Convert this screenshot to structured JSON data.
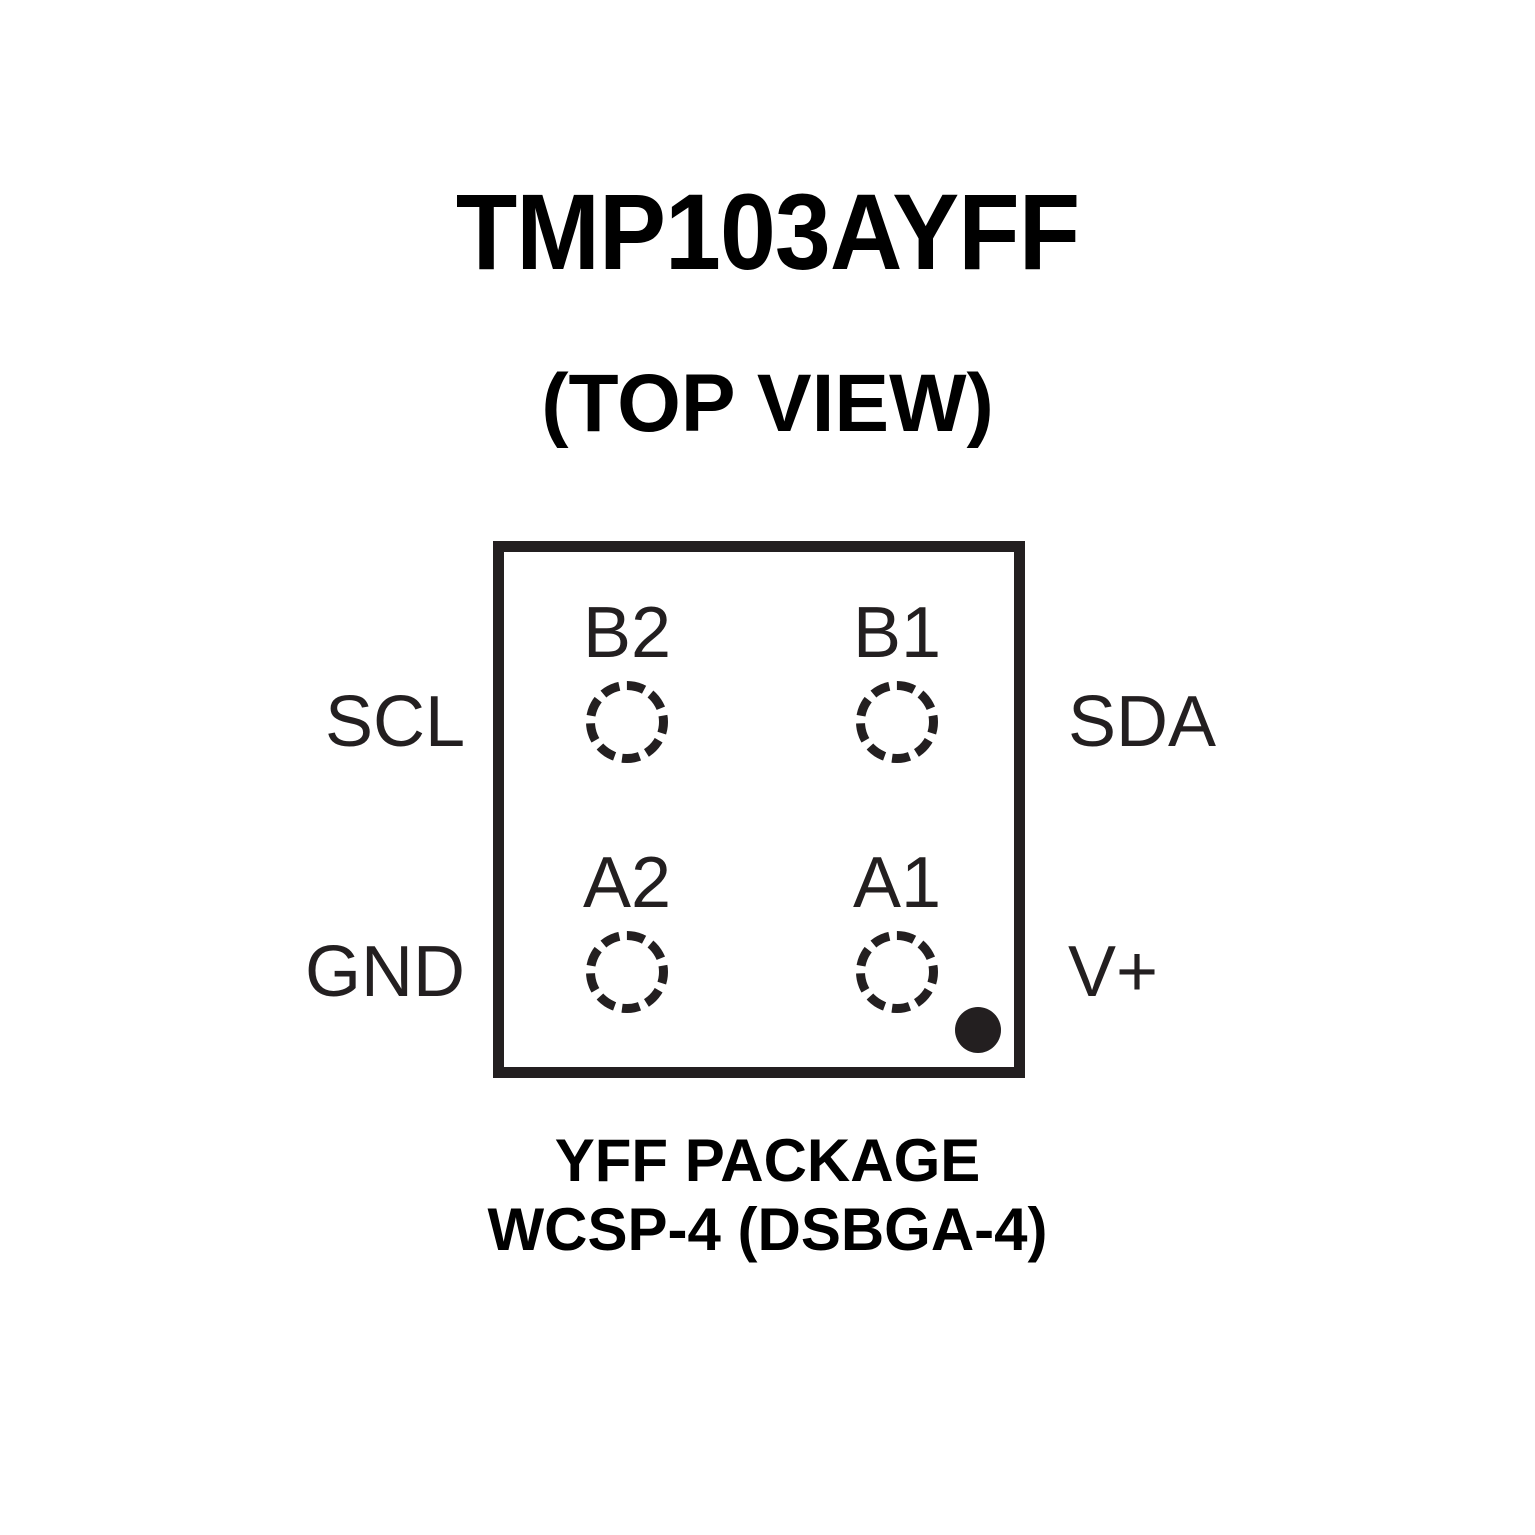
{
  "figure": {
    "part_number": "TMP103AYFF",
    "view_label": "(TOP VIEW)",
    "package_caption_line1": "YFF PACKAGE",
    "package_caption_line2": "WCSP-4 (DSBGA-4)",
    "outline_color": "#231f20",
    "text_color": "#231f20",
    "title_color": "#000000",
    "background_color": "#ffffff"
  },
  "balls": [
    {
      "designator": "B2",
      "signal": "SCL",
      "side": "left",
      "row": "top"
    },
    {
      "designator": "B1",
      "signal": "SDA",
      "side": "right",
      "row": "top"
    },
    {
      "designator": "A2",
      "signal": "GND",
      "side": "left",
      "row": "bottom"
    },
    {
      "designator": "A1",
      "signal": "V+",
      "side": "right",
      "row": "bottom"
    }
  ],
  "pin_names": {
    "scl": "SCL",
    "sda": "SDA",
    "gnd": "GND",
    "vplus": "V+"
  },
  "pin1_indicator": {
    "shape": "filled-circle",
    "location": "bottom-right-inside",
    "associated_ball": "A1"
  }
}
